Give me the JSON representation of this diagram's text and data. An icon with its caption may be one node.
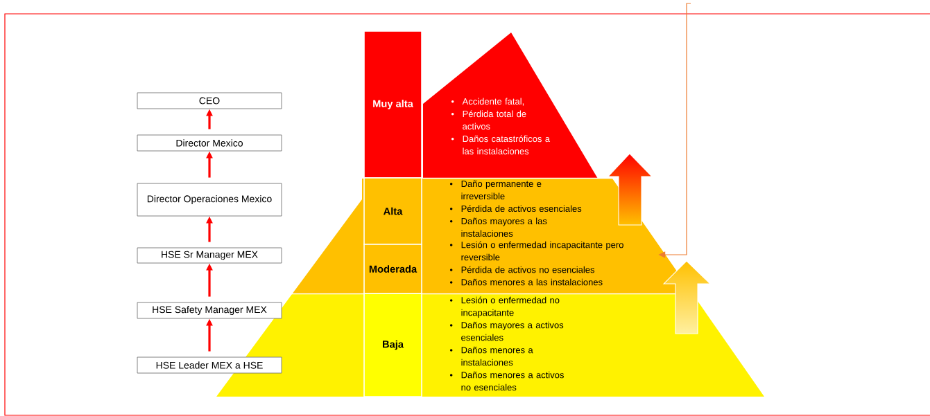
{
  "diagram": {
    "nodes": [
      {
        "text": [
          "CEO"
        ]
      },
      {
        "text": [
          "Director Mexico"
        ]
      },
      {
        "text": [
          "Director Operaciones Mexico"
        ]
      },
      {
        "text": [
          "HSE Sr Manager MEX"
        ]
      },
      {
        "text": [
          "HSE Safety Manager MEX"
        ]
      },
      {
        "text": [
          "HSE Leader MEX a HSE"
        ]
      },
      {
        "text": [
          "Muy alta"
        ]
      },
      {
        "text": [
          "Accidente fatal,",
          "Pérdida total de activos",
          "Daños catastróficos a las instalaciones"
        ]
      },
      {
        "text": [
          "Alta"
        ]
      },
      {
        "text": [
          "Daño permanente e irreversible",
          "Pérdida de activos esenciales",
          "Daños mayores a las instalaciones"
        ]
      },
      {
        "text": [
          "Moderada"
        ]
      },
      {
        "text": [
          "Lesión o enfermedad incapacitante pero reversible",
          "Pérdida de activos no esenciales",
          "Daños menores a las instalaciones"
        ]
      },
      {
        "text": [
          "Baja"
        ]
      },
      {
        "text": [
          "Lesión o enfermedad no incapacitante",
          "Daños mayores a activos esenciales",
          "Daños menores a instalaciones",
          "Daños menores a activos no esenciales"
        ]
      }
    ],
    "edges": [
      {
        "from": 5,
        "to": 4,
        "arrow": "to"
      },
      {
        "from": 4,
        "to": 3,
        "arrow": "to"
      },
      {
        "from": 3,
        "to": 2,
        "arrow": "to"
      },
      {
        "from": 2,
        "to": 1,
        "arrow": "to"
      },
      {
        "from": 1,
        "to": 0,
        "arrow": "to"
      },
      {
        "from": null,
        "to": 11,
        "arrow": "to",
        "color": "#ed7d31"
      }
    ]
  }
}
